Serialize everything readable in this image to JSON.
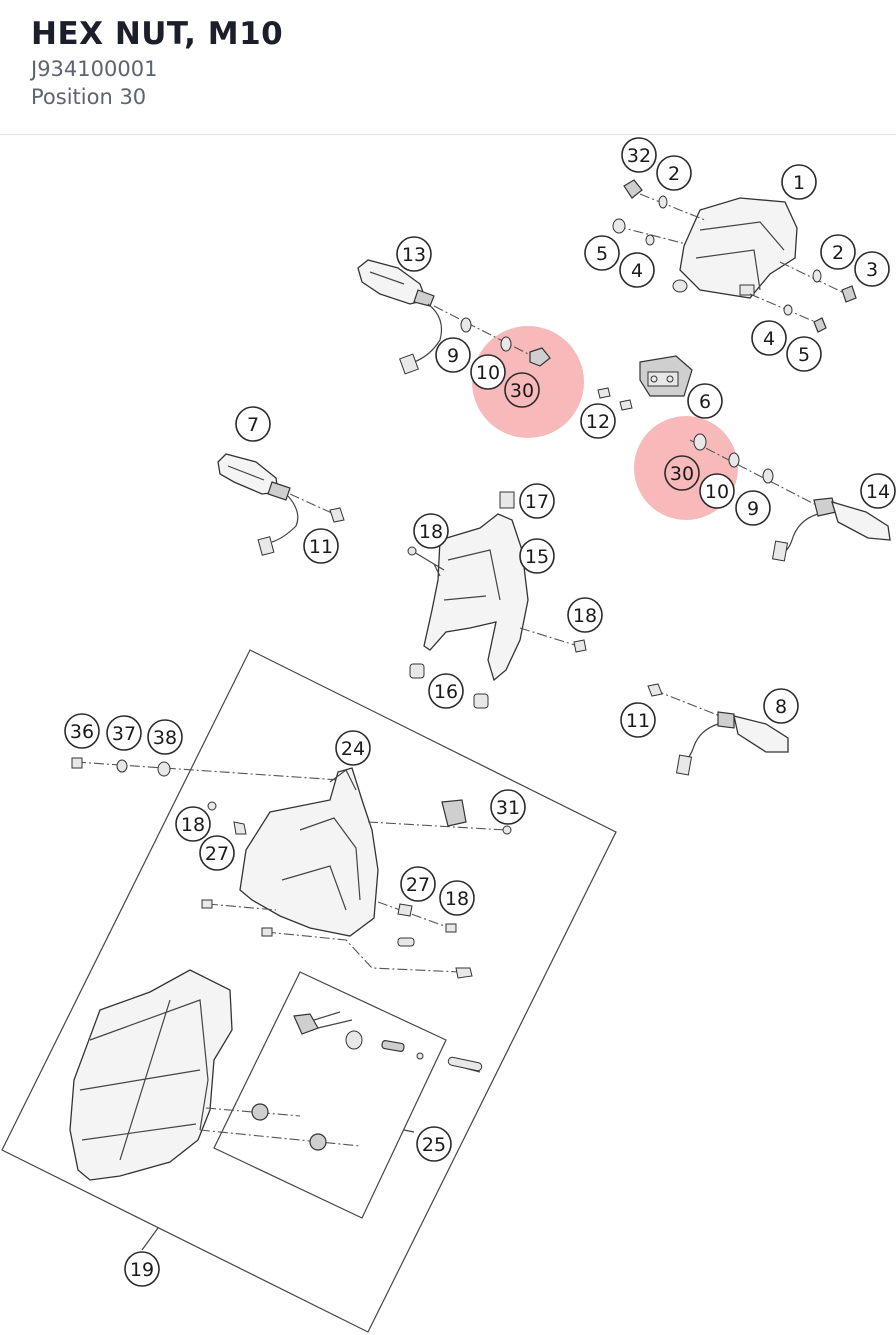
{
  "header": {
    "title": "HEX NUT, M10",
    "part_number": "J934100001",
    "position": "Position 30"
  },
  "highlight_color": "#f08080",
  "callouts": [
    {
      "label": "32"
    },
    {
      "label": "2"
    },
    {
      "label": "1"
    },
    {
      "label": "5"
    },
    {
      "label": "4"
    },
    {
      "label": "2"
    },
    {
      "label": "3"
    },
    {
      "label": "4"
    },
    {
      "label": "5"
    },
    {
      "label": "13"
    },
    {
      "label": "9"
    },
    {
      "label": "10"
    },
    {
      "label": "30"
    },
    {
      "label": "6"
    },
    {
      "label": "12"
    },
    {
      "label": "30"
    },
    {
      "label": "10"
    },
    {
      "label": "9"
    },
    {
      "label": "14"
    },
    {
      "label": "7"
    },
    {
      "label": "11"
    },
    {
      "label": "17"
    },
    {
      "label": "18"
    },
    {
      "label": "15"
    },
    {
      "label": "18"
    },
    {
      "label": "16"
    },
    {
      "label": "11"
    },
    {
      "label": "8"
    },
    {
      "label": "36"
    },
    {
      "label": "37"
    },
    {
      "label": "38"
    },
    {
      "label": "24"
    },
    {
      "label": "31"
    },
    {
      "label": "18"
    },
    {
      "label": "27"
    },
    {
      "label": "27"
    },
    {
      "label": "18"
    },
    {
      "label": "25"
    },
    {
      "label": "19"
    }
  ]
}
